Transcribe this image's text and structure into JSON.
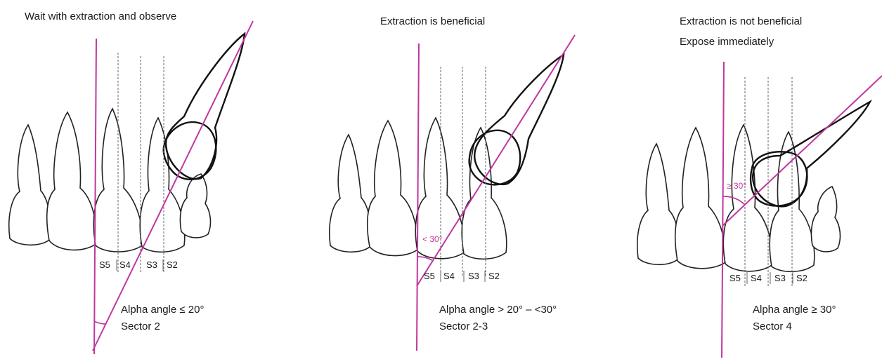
{
  "colors": {
    "midline": "#c0369f",
    "outline": "#222222"
  },
  "panels": [
    {
      "heading_lines": [
        "Wait with extraction and observe"
      ],
      "angle_badge": "",
      "sectors": [
        "S5",
        "S4",
        "S3",
        "S2"
      ],
      "caption_lines": [
        "Alpha angle ≤ 20°",
        "Sector 2"
      ],
      "alpha_angle": {
        "relation": "≤",
        "degrees": 20,
        "sector": "2"
      }
    },
    {
      "heading_lines": [
        "Extraction is beneficial"
      ],
      "angle_badge": "< 30°",
      "sectors": [
        "S5",
        "S4",
        "S3",
        "S2"
      ],
      "caption_lines": [
        "Alpha angle > 20° – <30°",
        "Sector 2-3"
      ],
      "alpha_angle": {
        "relation": "between",
        "min_degrees": 20,
        "max_degrees": 30,
        "sector": "2-3"
      }
    },
    {
      "heading_lines": [
        "Extraction is not beneficial",
        "Expose immediately"
      ],
      "angle_badge": "≥ 30°",
      "sectors": [
        "S5",
        "S4",
        "S3",
        "S2"
      ],
      "caption_lines": [
        "Alpha angle ≥ 30°",
        "Sector 4"
      ],
      "alpha_angle": {
        "relation": "≥",
        "degrees": 30,
        "sector": "4"
      }
    }
  ]
}
